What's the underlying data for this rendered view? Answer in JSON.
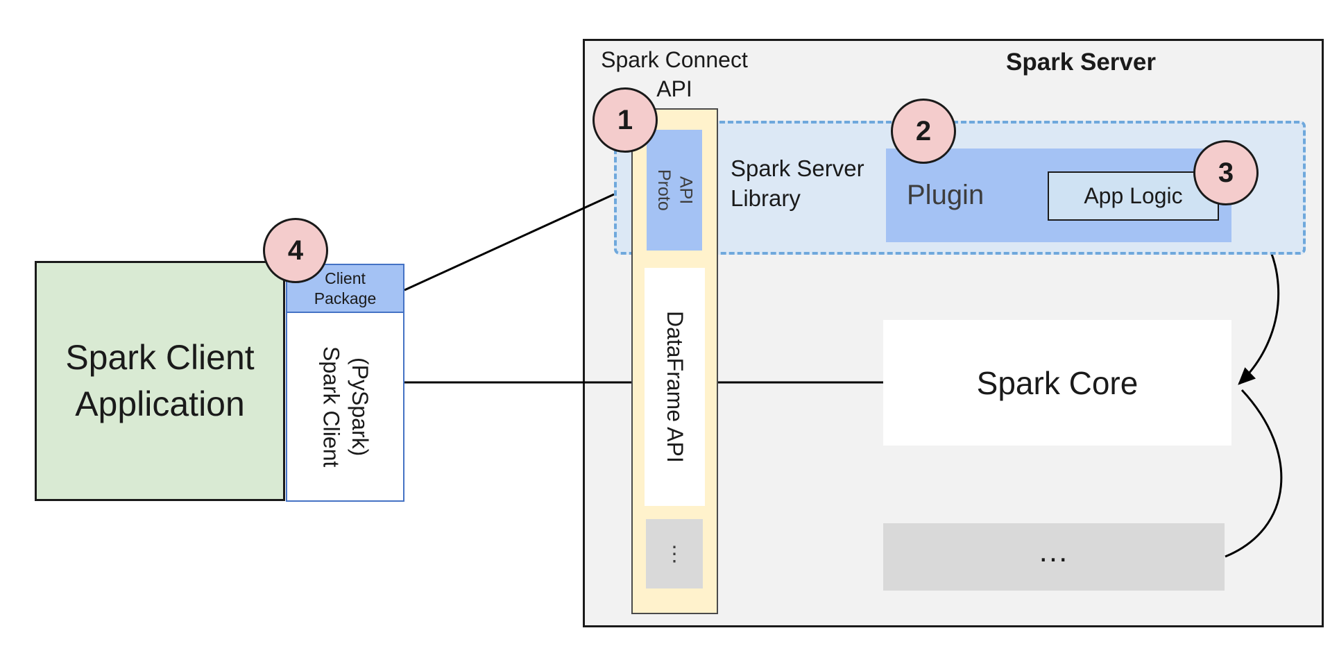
{
  "server_side": {
    "title": "Spark Server",
    "connect_api_label": "Spark Connect\nAPI",
    "proto_api_label": "Proto\nAPI",
    "dataframe_api_label": "DataFrame API",
    "api_stack_ellipsis": "⋮",
    "library_label": "Spark Server\nLibrary",
    "plugin_label": "Plugin",
    "app_logic_label": "App Logic",
    "core_label": "Spark Core",
    "more_label": "..."
  },
  "client_side": {
    "application_label": "Spark Client\nApplication",
    "package_label": "Client\nPackage",
    "client_label": "Spark Client\n(PySpark)"
  },
  "markers": {
    "step1": "1",
    "step2": "2",
    "step3": "3",
    "step4": "4"
  },
  "colors": {
    "server_fill": "#f2f2f2",
    "client_app_fill": "#d9ead3",
    "accent_blue_fill": "#a4c2f4",
    "library_fill": "#dce8f5",
    "library_border": "#6fa8dc",
    "api_stack_fill": "#fff2cc",
    "app_logic_fill": "#cfe2f3",
    "muted_gray_fill": "#d9d9d9",
    "marker_fill": "#f4cccc",
    "line_color": "#000000"
  }
}
